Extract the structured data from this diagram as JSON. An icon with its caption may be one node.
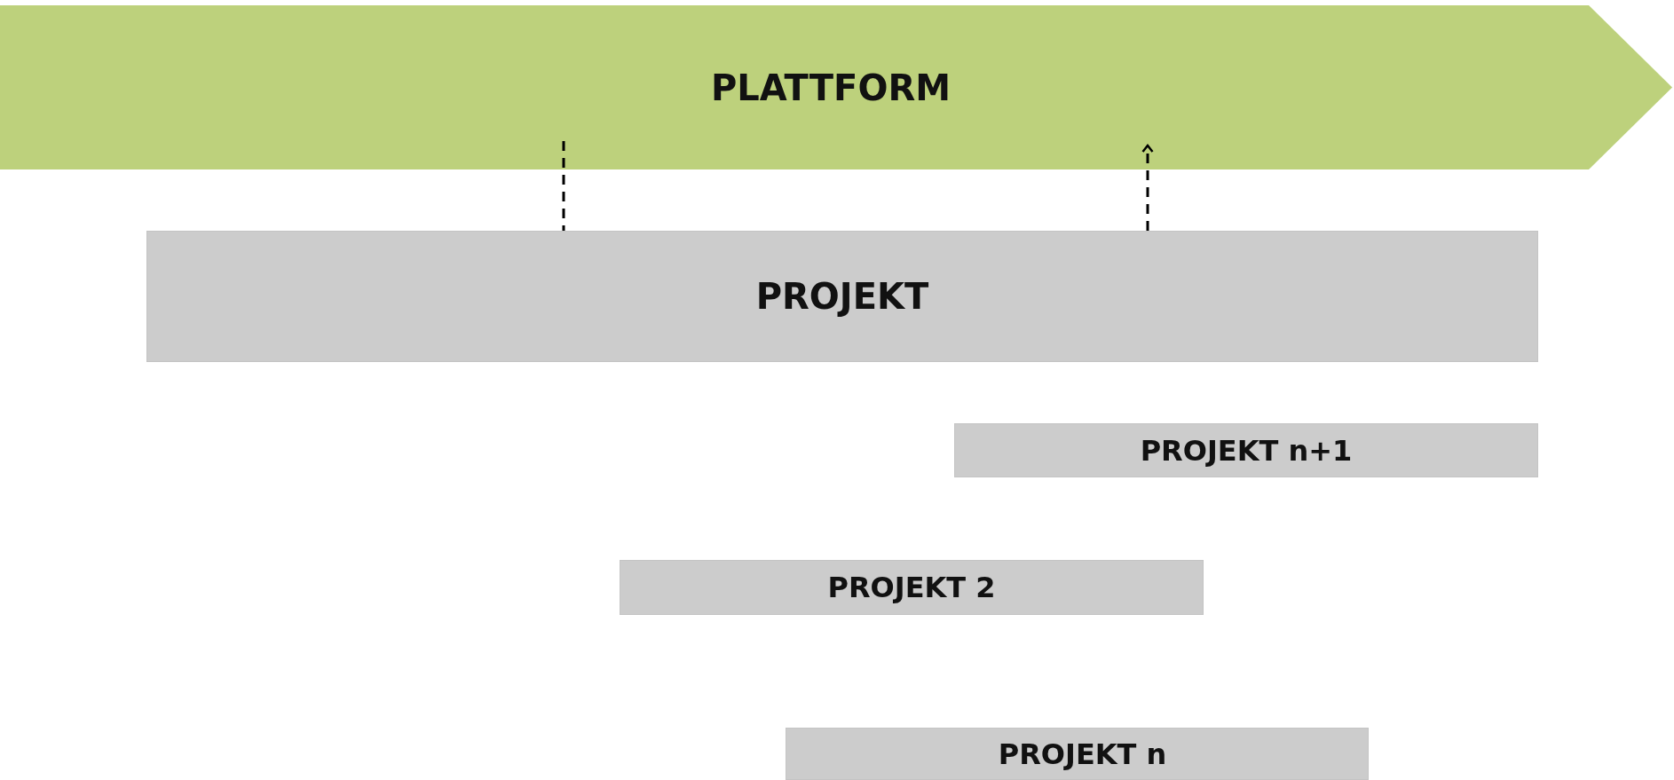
{
  "diagram": {
    "nodes": [
      {
        "text": [
          "PLATTFORM"
        ]
      },
      {
        "text": [
          "PROJEKT"
        ]
      },
      {
        "text": [
          "PROJEKT n+1"
        ]
      },
      {
        "text": [
          "PROJEKT 2"
        ]
      },
      {
        "text": [
          "PROJEKT n"
        ]
      }
    ],
    "edges": [
      {
        "from": 0,
        "to": 1,
        "arrow": "none",
        "style": "dashed"
      },
      {
        "from": 1,
        "to": 0,
        "arrow": "to",
        "style": "dashed"
      }
    ]
  }
}
